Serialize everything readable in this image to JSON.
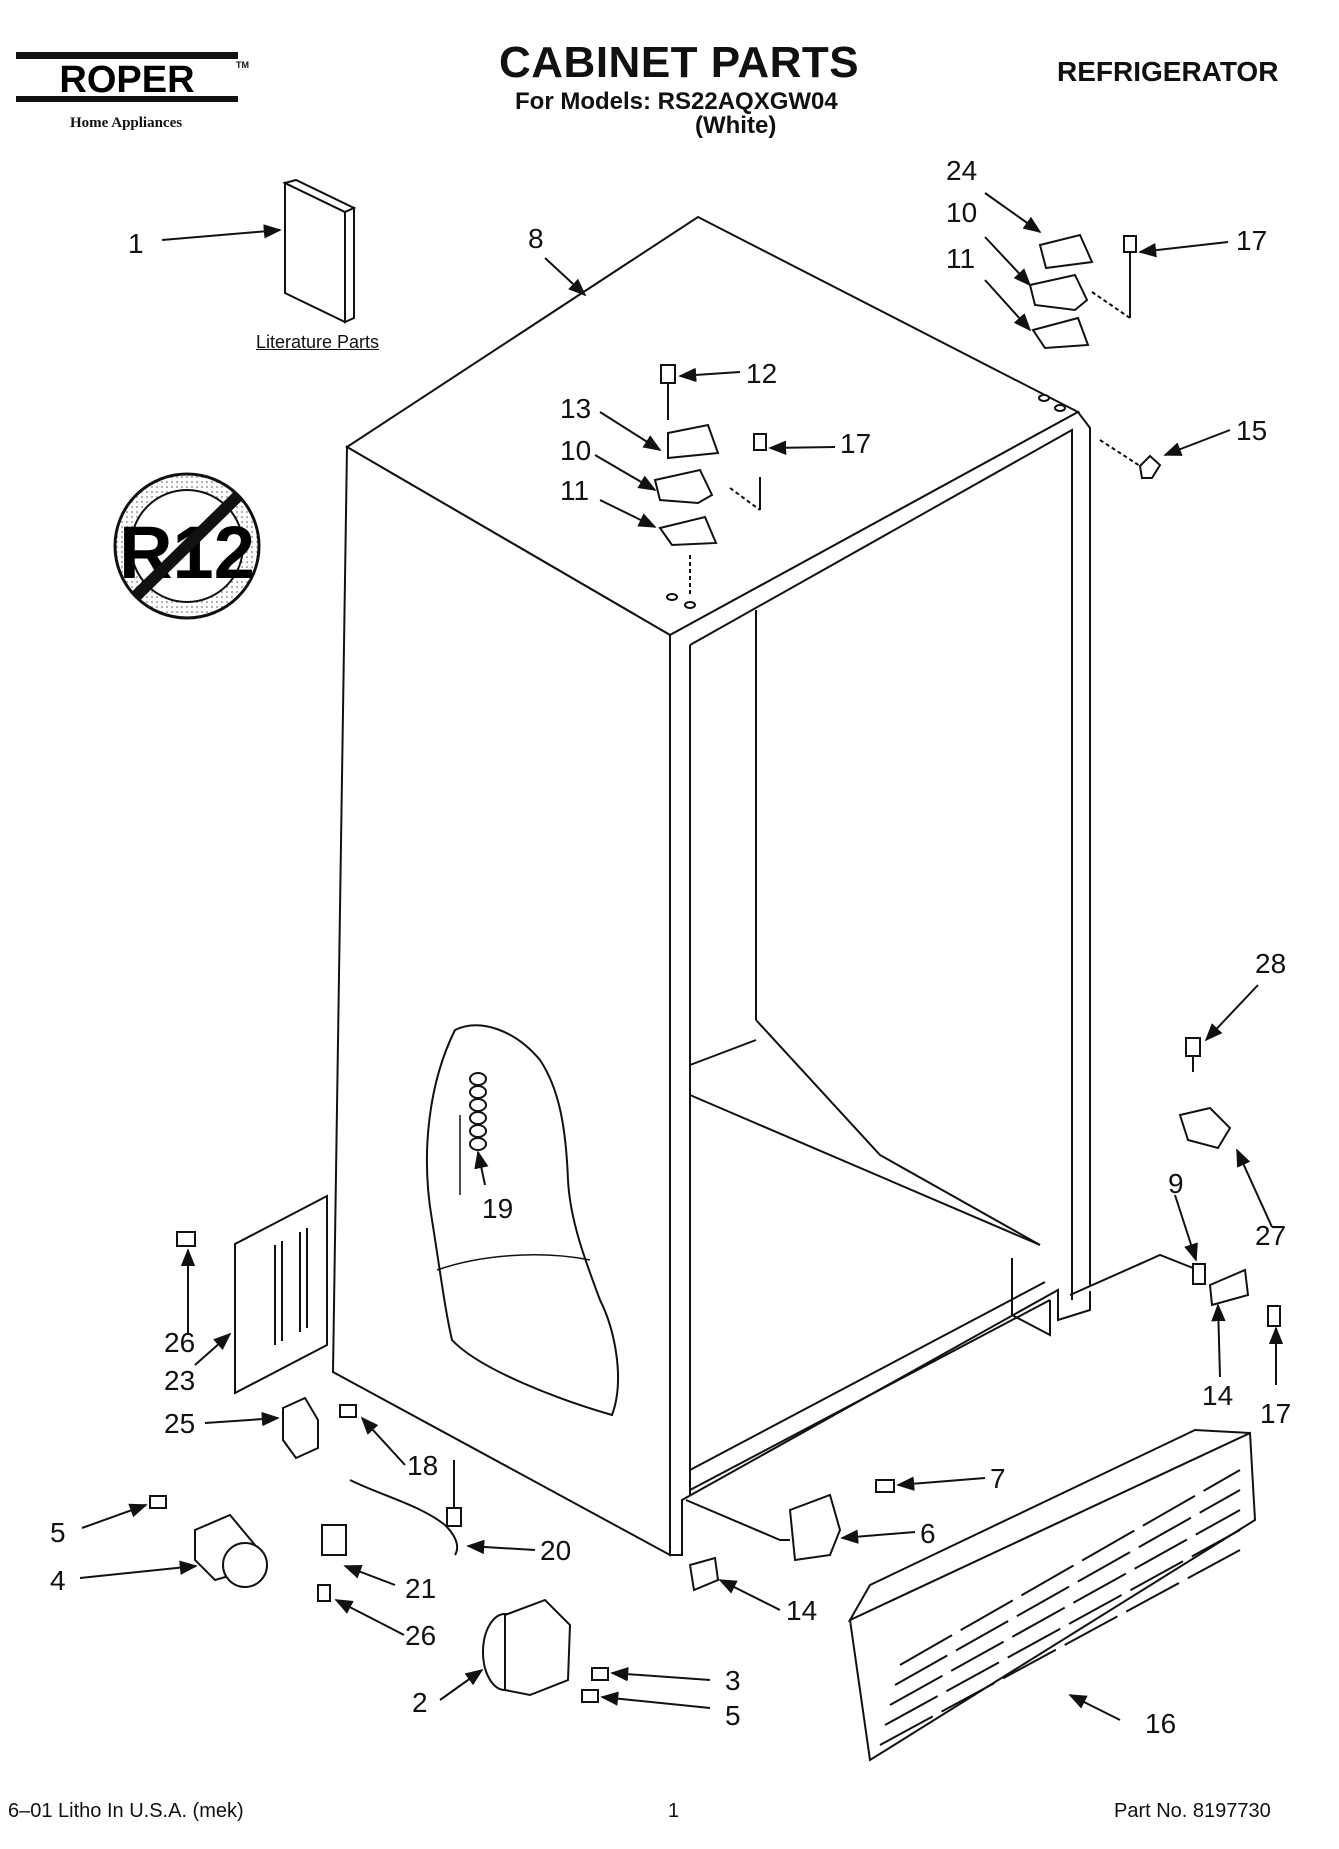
{
  "header": {
    "brand": "ROPER",
    "brand_sub": "Home Appliances",
    "trademark": "TM",
    "title": "CABINET PARTS",
    "models": "For Models: RS22AQXGW04",
    "variant": "(White)",
    "product": "REFRIGERATOR"
  },
  "literature_label": "Literature Parts",
  "badge_text": "R12",
  "callouts": [
    "1",
    "8",
    "24",
    "10",
    "17",
    "11",
    "12",
    "13",
    "10",
    "17",
    "11",
    "15",
    "28",
    "9",
    "27",
    "19",
    "26",
    "23",
    "14",
    "17",
    "25",
    "18",
    "7",
    "6",
    "5",
    "20",
    "4",
    "21",
    "26",
    "14",
    "16",
    "2",
    "3",
    "5"
  ],
  "footer": {
    "left": "6–01 Litho In U.S.A. (mek)",
    "page": "1",
    "part_no": "Part No. 8197730"
  },
  "colors": {
    "line": "#111111",
    "stipple": "#bdbdbd"
  }
}
